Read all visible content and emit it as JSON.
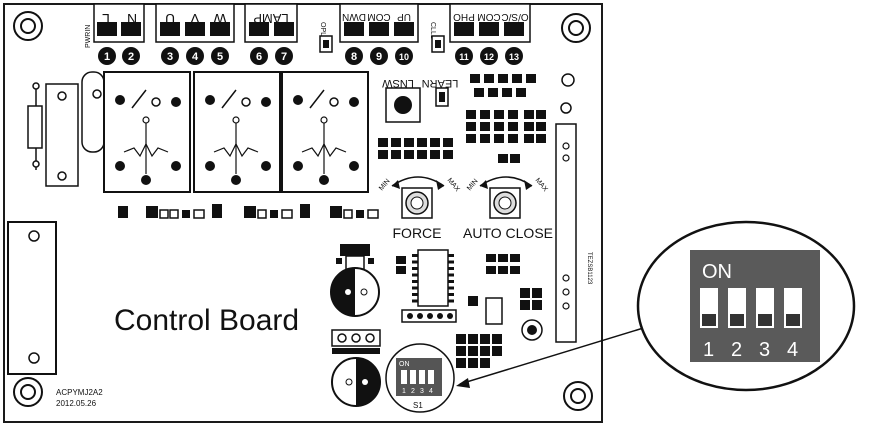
{
  "board": {
    "title": "Control Board",
    "model": "ACPYMJ2A2",
    "date": "2012.05.26",
    "power_label": "PWRIN",
    "ole_label": "OPLD",
    "cld_label": "CLLD",
    "pcb_code": "TEZSB1123"
  },
  "terminals": {
    "group_power": [
      "L",
      "N"
    ],
    "group_motor": [
      "U",
      "V",
      "W"
    ],
    "group_lamp": [
      "LAMP"
    ],
    "group_inputs": [
      "UP",
      "COM",
      "DWN"
    ],
    "group_photo": [
      "O/S/C",
      "COM",
      "PHO"
    ],
    "numbers": [
      "1",
      "2",
      "3",
      "4",
      "5",
      "6",
      "7",
      "8",
      "9",
      "10",
      "11",
      "12",
      "13"
    ]
  },
  "controls": {
    "learn_label": "LEARN",
    "lnsw_label": "LNSW",
    "force_label": "FORCE",
    "auto_close_label": "AUTO CLOSE",
    "min_label": "MIN",
    "max_label": "MAX"
  },
  "dip": {
    "on_label": "ON",
    "switch_numbers": [
      "1",
      "2",
      "3",
      "4"
    ],
    "s_label": "S1"
  },
  "colors": {
    "board_fill": "#ffffff",
    "outline": "#1a1a1a",
    "dip_body": "#5a5a5a",
    "dip_switch": "#ffffff"
  }
}
